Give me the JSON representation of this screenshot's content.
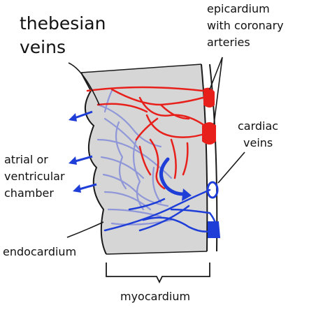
{
  "colors": {
    "background": "#ffffff",
    "tissue": "#d6d6d6",
    "outline": "#1a1a1a",
    "artery": "#e8201b",
    "vein": "#1f3ed8",
    "thebesian": "#8f97d8",
    "label": "#111111"
  },
  "labels": {
    "thebesian_line1": "thebesian",
    "thebesian_line2": "veins",
    "epicardium_line1": "epicardium",
    "epicardium_line2": "with coronary",
    "epicardium_line3": "arteries",
    "cardiac_line1": "cardiac",
    "cardiac_line2": "veins",
    "chamber_line1": "atrial or",
    "chamber_line2": "ventricular",
    "chamber_line3": "chamber",
    "endocardium": "endocardium",
    "myocardium": "myocardium"
  },
  "icons": {
    "outflow_arrows": "blue-arrow-icon",
    "flow_arrow": "curved-arrow-icon"
  }
}
